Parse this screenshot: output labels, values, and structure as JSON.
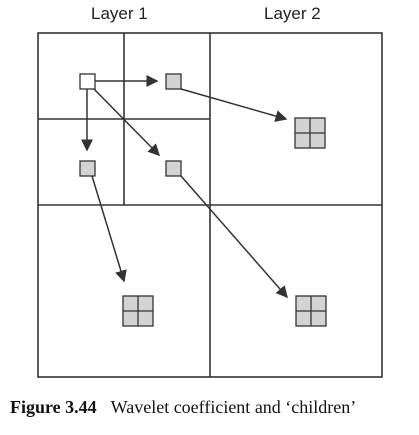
{
  "diagram": {
    "labels": {
      "layer_1": "Layer 1",
      "layer_2": "Layer 2"
    },
    "caption": {
      "number": "Figure 3.44",
      "text": "Wavelet coefficient and ‘children’"
    },
    "colors": {
      "line": "#333333",
      "coefficient_fill": "#d3d3d3",
      "parent_fill": "#ffffff"
    }
  }
}
